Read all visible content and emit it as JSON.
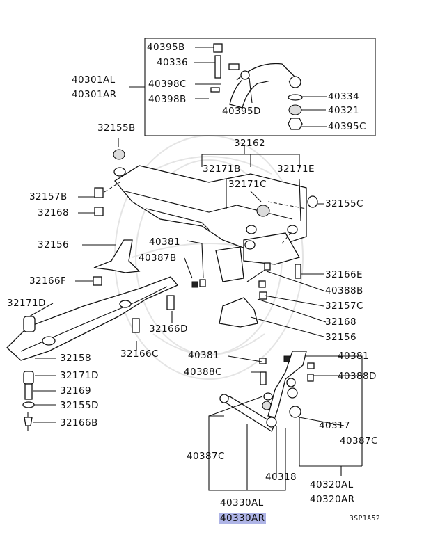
{
  "labels": {
    "p40395B": "40395B",
    "p40336": "40336",
    "p40301AL": "40301AL",
    "p40301AR": "40301AR",
    "p40398C": "40398C",
    "p40398B": "40398B",
    "p40395D": "40395D",
    "p40334": "40334",
    "p40321": "40321",
    "p40395C": "40395C",
    "p32155B": "32155B",
    "p32162": "32162",
    "p32171B": "32171B",
    "p32171E": "32171E",
    "p32171C": "32171C",
    "p32157B": "32157B",
    "p32155C": "32155C",
    "p32168_top": "32168",
    "p32156_left": "32156",
    "p40381_mid": "40381",
    "p40387B": "40387B",
    "p32166E": "32166E",
    "p40388B": "40388B",
    "p32166F": "32166F",
    "p32157C": "32157C",
    "p32171D_left": "32171D",
    "p32168_right": "32168",
    "p32166D": "32166D",
    "p32156_right": "32156",
    "p32158": "32158",
    "p32166C": "32166C",
    "p40381_low": "40381",
    "p40381_right": "40381",
    "p40388C": "40388C",
    "p40388D": "40388D",
    "p32171D_low": "32171D",
    "p32169": "32169",
    "p32155D": "32155D",
    "p32166B": "32166B",
    "p40317": "40317",
    "p40387C_right": "40387C",
    "p40387C_left": "40387C",
    "p40318": "40318",
    "p40320AL": "40320AL",
    "p40320AR": "40320AR",
    "p40330AL": "40330AL",
    "p40330AR": "40330AR",
    "diagram_code": "3SP1A52"
  },
  "highlight_color": "#aeb4e6"
}
